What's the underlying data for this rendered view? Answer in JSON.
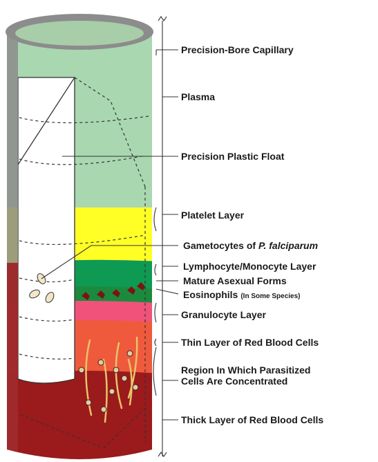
{
  "colors": {
    "plasma": "#a9d7b0",
    "platelet": "#ffff26",
    "mature_asexual": "#0e9a53",
    "eosinophil": "#1c8a3e",
    "granulocyte": "#f0527a",
    "thin_rbc": "#ef5a3c",
    "thick_rbc": "#9b1a1c",
    "tube_rim": "#8c8c8c",
    "tube_top": "#a8cda9",
    "float": "#ffffff",
    "parasite": "#e8c46a"
  },
  "labels": [
    {
      "key": "capillary",
      "text": "Precision-Bore Capillary"
    },
    {
      "key": "plasma",
      "text": "Plasma"
    },
    {
      "key": "float",
      "text": "Precision Plastic Float"
    },
    {
      "key": "platelet",
      "text": "Platelet Layer"
    },
    {
      "key": "gametocytes",
      "text": "Gametocytes of ",
      "italic": "P. falciparum"
    },
    {
      "key": "lympho",
      "text": "Lymphocyte/Monocyte Layer"
    },
    {
      "key": "mature",
      "text": "Mature Asexual Forms"
    },
    {
      "key": "eosino",
      "text": "Eosinophils",
      "small": "(In Some Species)"
    },
    {
      "key": "granulo",
      "text": "Granulocyte Layer"
    },
    {
      "key": "thin",
      "text": "Thin Layer of Red Blood Cells"
    },
    {
      "key": "region1",
      "text": "Region In Which Parasitized"
    },
    {
      "key": "region2",
      "text": "Cells Are Concentrated"
    },
    {
      "key": "thick",
      "text": "Thick Layer of Red Blood Cells"
    }
  ]
}
